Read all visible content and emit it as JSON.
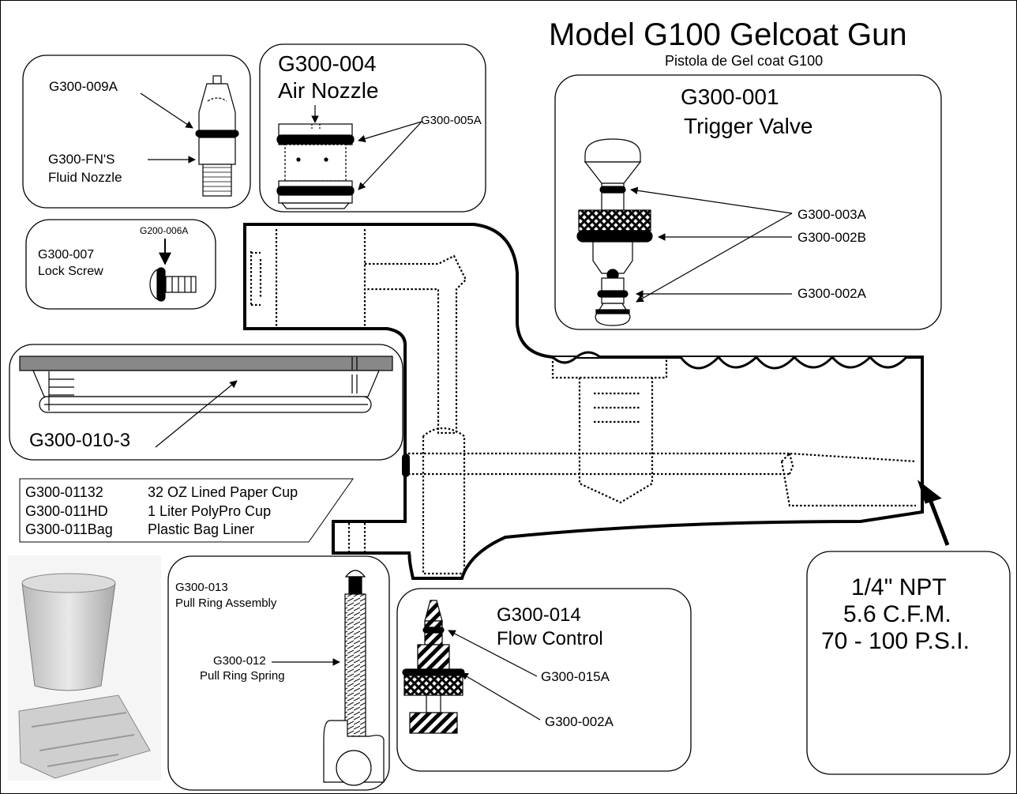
{
  "title": "Model G100 Gelcoat Gun",
  "subtitle": "Pistola de Gel coat G100",
  "fluid_nozzle": {
    "oring_part": "G300-009A",
    "nozzle_part": "G300-FN'S",
    "nozzle_name": "Fluid Nozzle"
  },
  "air_nozzle": {
    "part": "G300-004",
    "name": "Air Nozzle",
    "oring_part": "G300-005A"
  },
  "lock_screw": {
    "oring_part": "G200-006A",
    "part": "G300-007",
    "name": "Lock Screw"
  },
  "trigger_valve": {
    "part": "G300-001",
    "name": "Trigger Valve",
    "labels": [
      "G300-003A",
      "G300-002B",
      "G300-002A"
    ]
  },
  "cup_lid": {
    "part": "G300-010-3"
  },
  "cups": [
    {
      "part": "G300-01132",
      "desc": "32 OZ Lined Paper Cup"
    },
    {
      "part": "G300-011HD",
      "desc": "1 Liter PolyPro Cup"
    },
    {
      "part": "G300-011Bag",
      "desc": "Plastic Bag Liner"
    }
  ],
  "pull_ring": {
    "assembly_part": "G300-013",
    "assembly_name": "Pull Ring Assembly",
    "spring_part": "G300-012",
    "spring_name": "Pull Ring Spring"
  },
  "flow_control": {
    "part": "G300-014",
    "name": "Flow Control",
    "labels": [
      "G300-015A",
      "G300-002A"
    ]
  },
  "air_spec": {
    "fitting": "1/4\" NPT",
    "cfm": "5.6  C.F.M.",
    "psi": "70 - 100 P.S.I."
  },
  "photo": {
    "subject": "plastic-cup-and-bag-photo"
  }
}
